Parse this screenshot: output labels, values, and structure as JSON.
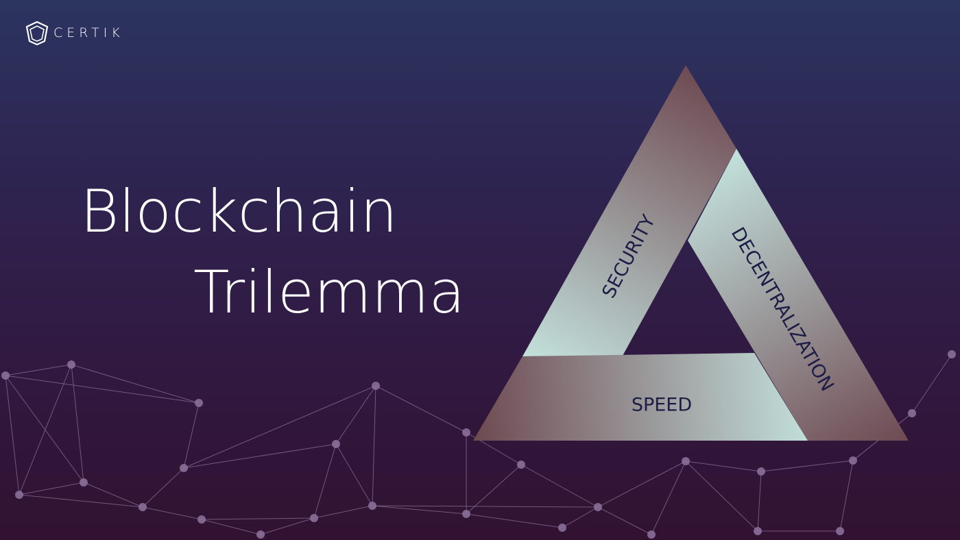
{
  "brand": {
    "name": "CERTIK",
    "logo_icon": "shield-icon"
  },
  "headline": {
    "line1": "Blockchain",
    "line2": "Trilemma"
  },
  "trilemma": {
    "security": "SECURITY",
    "decentralization": "DECENTRALIZATION",
    "speed": "SPEED"
  },
  "colors": {
    "bg_top": "#2c3460",
    "bg_bottom": "#311231",
    "triangle_brown": "#6e4a52",
    "triangle_mint": "#c3e1dc",
    "label": "#1c1c46",
    "network": "#8a6f98"
  }
}
